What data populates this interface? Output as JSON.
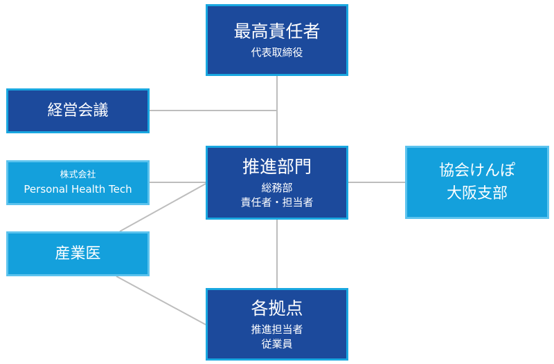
{
  "nodes": {
    "top": {
      "title": "最高責任者",
      "sub1": "代表取締役"
    },
    "keiei": {
      "title": "経営会議"
    },
    "suishin": {
      "title": "推進部門",
      "sub1": "総務部",
      "sub2": "責任者・担当者"
    },
    "kyokai": {
      "title1": "協会けんぽ",
      "title2": "大阪支部"
    },
    "pht": {
      "line1": "株式会社",
      "line2": "Personal Health Tech"
    },
    "sangyoi": {
      "title": "産業医"
    },
    "kyoten": {
      "title": "各拠点",
      "sub1": "推進担当者",
      "sub2": "従業員"
    }
  },
  "colors": {
    "dark_box": "#1c4a9c",
    "dark_border": "#19a7e0",
    "light_box": "#14a0dc",
    "light_border": "#5cc3ee",
    "connector": "#bdbdbd"
  }
}
